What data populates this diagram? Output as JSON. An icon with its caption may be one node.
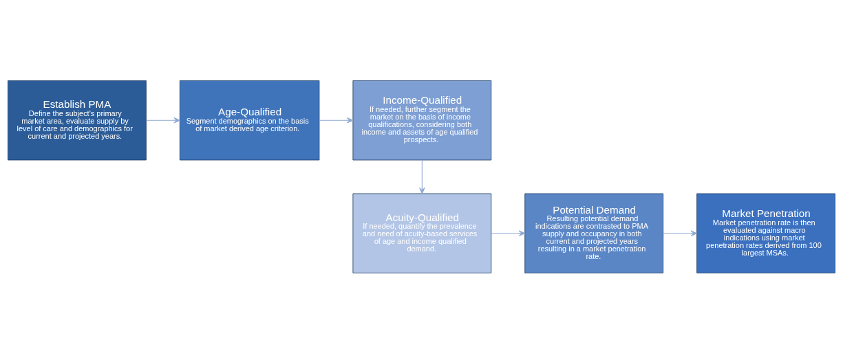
{
  "diagram": {
    "nodes": [
      {
        "text": [
          "Establish PMA",
          "Define the subject's primary market area, evaluate supply by level of care and demographics for current and projected years."
        ]
      },
      {
        "text": [
          "Age-Qualified",
          "Segment demographics on the basis of market derived age criterion."
        ]
      },
      {
        "text": [
          "Income-Qualified",
          "If needed, further segment the market on the basis of income qualifications, considering both income and assets of age qualified prospects."
        ]
      },
      {
        "text": [
          "Acuity-Qualified",
          "If needed, quantify the prevalence and need of acuity-based services of age and income qualified demand."
        ]
      },
      {
        "text": [
          "Potential Demand",
          "Resulting potential demand indications are contrasted to PMA supply and occupancy in both current and projected years resulting in a market penetration rate."
        ]
      },
      {
        "text": [
          "Market Penetration",
          "Market penetration rate is then evaluated against macro indications using market penetration rates derived from 100 largest MSAs."
        ]
      }
    ],
    "edges": [
      {
        "from": 0,
        "to": 1,
        "arrow": "to"
      },
      {
        "from": 1,
        "to": 2,
        "arrow": "to"
      },
      {
        "from": 2,
        "to": 3,
        "arrow": "to"
      },
      {
        "from": 3,
        "to": 4,
        "arrow": "to"
      },
      {
        "from": 4,
        "to": 5,
        "arrow": "to"
      }
    ]
  }
}
